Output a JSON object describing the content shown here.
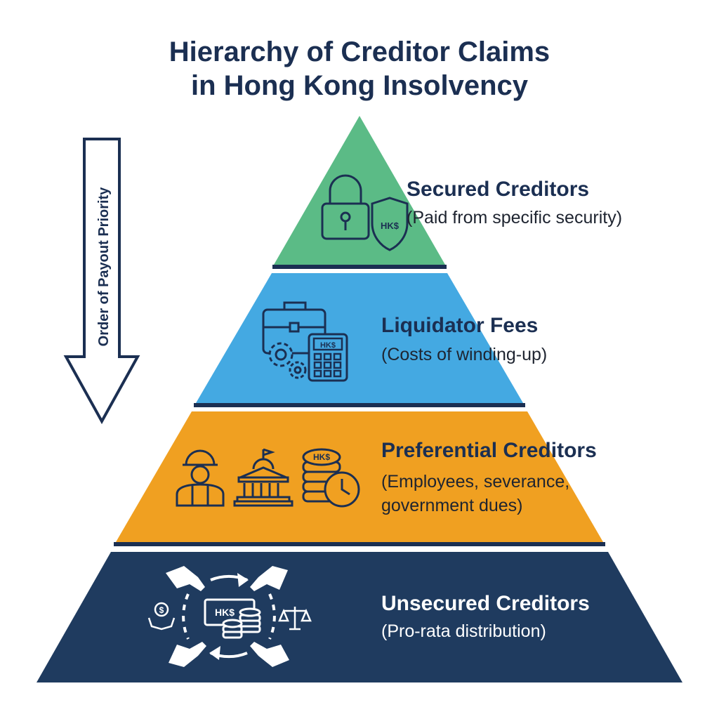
{
  "title": {
    "line1": "Hierarchy of Creditor Claims",
    "line2": "in Hong Kong Insolvency"
  },
  "priority_arrow": {
    "label": "Order of Payout Priority",
    "direction": "down"
  },
  "tiers": [
    {
      "title": "Secured Creditors",
      "subtitle": "(Paid from specific security)",
      "color": "#5bbb86",
      "icons": [
        "padlock-icon",
        "shield-hkd-icon"
      ]
    },
    {
      "title": "Liquidator Fees",
      "subtitle": "(Costs of winding-up)",
      "color": "#44a9e2",
      "icons": [
        "briefcase-icon",
        "gears-icon",
        "calculator-icon"
      ]
    },
    {
      "title": "Preferential Creditors",
      "subtitle_line1": "(Employees, severance,",
      "subtitle_line2": "government dues)",
      "color": "#f0a021",
      "icons": [
        "worker-icon",
        "government-building-icon",
        "coins-clock-icon"
      ]
    },
    {
      "title": "Unsecured Creditors",
      "subtitle": "(Pro-rata distribution)",
      "color": "#1f3b5f",
      "icons": [
        "hands-exchange-icon",
        "money-stack-icon",
        "scales-icon",
        "dollar-hand-icon"
      ]
    }
  ],
  "currency_label": "HK$",
  "colors": {
    "title": "#1b2f52",
    "divider": "#1b2f52",
    "icon_stroke": "#1b2f52"
  }
}
